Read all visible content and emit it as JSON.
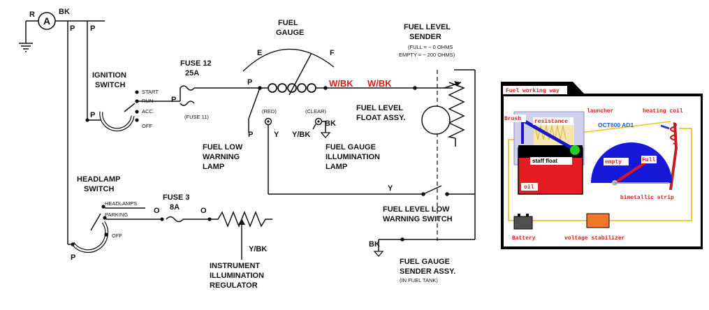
{
  "schematic": {
    "wire_codes": {
      "r": "R",
      "bk_top": "BK",
      "p1": "P",
      "p2": "P",
      "p_ign": "P",
      "p_ign2": "P",
      "p_gauge": "P",
      "p_lamp": "P",
      "y_lamp": "Y",
      "ybk_lamp": "Y/BK",
      "bk_lamp": "BK",
      "red": "(RED)",
      "clear": "(CLEAR)",
      "y_switch": "Y",
      "bk_sender": "BK",
      "ybk_reg": "Y/BK",
      "p_headlamp": "P",
      "o1": "O",
      "o2": "O",
      "wbk1": "W/BK",
      "wbk2": "W/BK"
    },
    "ammeter_symbol": "A",
    "ignition_switch": {
      "title_line1": "IGNITION",
      "title_line2": "SWITCH",
      "positions": [
        "START",
        "RUN",
        "ACC.",
        "OFF"
      ]
    },
    "fuse12": {
      "line1": "FUSE 12",
      "line2": "25A",
      "note": "(FUSE 11)"
    },
    "fuel_gauge": {
      "line1": "FUEL",
      "line2": "GAUGE",
      "empty_mark": "E",
      "full_mark": "F"
    },
    "fuel_level_sender": {
      "line1": "FUEL LEVEL",
      "line2": "SENDER",
      "full_note": "(FULL = ~ 0 OHMS",
      "empty_note": "EMPTY = ~ 200 OHMS)"
    },
    "fuel_level_float": {
      "line1": "FUEL LEVEL",
      "line2": "FLOAT ASSY."
    },
    "fuel_low_warning_lamp": {
      "line1": "FUEL LOW",
      "line2": "WARNING",
      "line3": "LAMP"
    },
    "fuel_gauge_illumination_lamp": {
      "line1": "FUEL GAUGE",
      "line2": "ILLUMINATION",
      "line3": "LAMP"
    },
    "headlamp_switch": {
      "title_line1": "HEADLAMP",
      "title_line2": "SWITCH",
      "positions": [
        "HEADLAMPS",
        "PARKING",
        "OFF"
      ]
    },
    "fuse3": {
      "line1": "FUSE 3",
      "line2": "8A"
    },
    "fuel_level_low_warning_switch": {
      "line1": "FUEL LEVEL LOW",
      "line2": "WARNING SWITCH"
    },
    "instrument_illumination_regulator": {
      "line1": "INSTRUMENT",
      "line2": "ILLUMINATION",
      "line3": "REGULATOR"
    },
    "fuel_gauge_sender_assy": {
      "line1": "FUEL GAUGE",
      "line2": "SENDER ASSY.",
      "note": "(IN FUEL TANK)"
    }
  },
  "animation_panel": {
    "title": "Fuel working way",
    "labels": {
      "brush": "Brush",
      "resistance": "resistance",
      "launcher": "launcher",
      "heating_coil": "heating coil",
      "model": "OCT600 AD1",
      "staff_float": "staff float",
      "empty": "empty",
      "full": "Full",
      "oil": "oil",
      "bimetallic_strip": "bimetallic strip",
      "battery": "Battery",
      "voltage_stabilizer": "voltage stabilizer"
    },
    "colors": {
      "panel_bg": "#000000",
      "oil": "#e41d24",
      "gauge_face": "#1818d8",
      "wire": "#f0c020",
      "label_text": "#e01818",
      "model_text": "#1a5fe0",
      "stabilizer": "#f07828",
      "coil": "#d81818",
      "float_ball": "#22cc22"
    }
  }
}
